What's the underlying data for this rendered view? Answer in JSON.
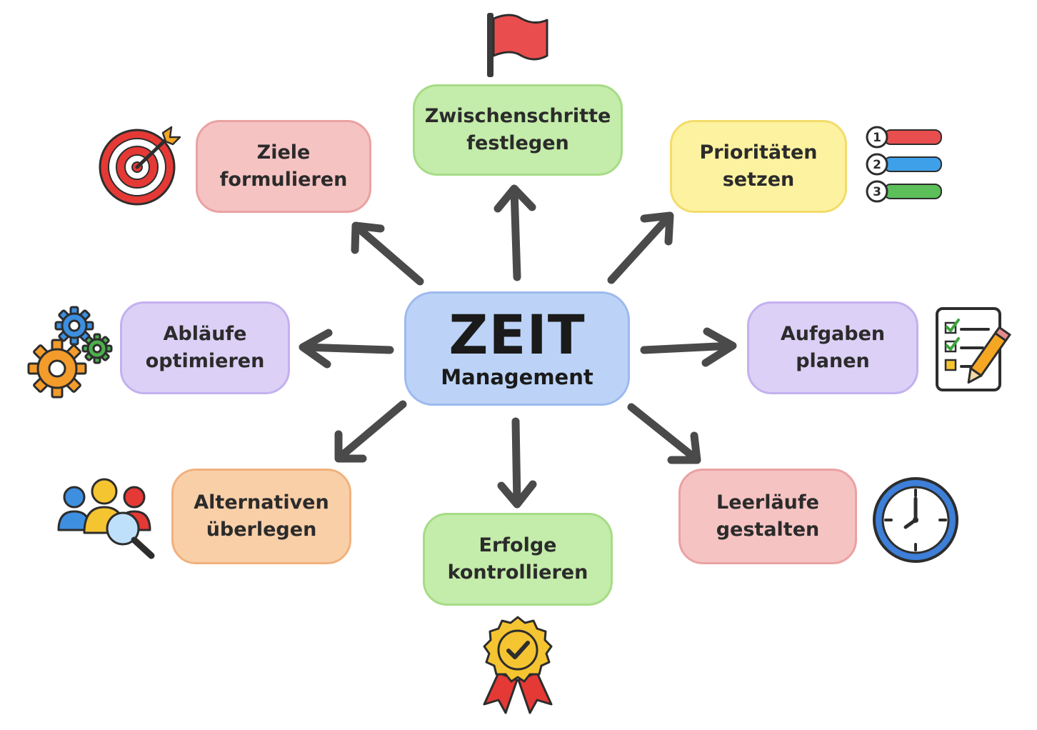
{
  "center": {
    "title": "ZEIT",
    "subtitle": "Management"
  },
  "nodes": {
    "zwischenschritte": {
      "line1": "Zwischenschritte",
      "line2": "festlegen",
      "icon": "flag-icon"
    },
    "ziele": {
      "line1": "Ziele",
      "line2": "formulieren",
      "icon": "target-icon"
    },
    "prioritaeten": {
      "line1": "Prioritäten",
      "line2": "setzen",
      "icon": "priority-list-icon",
      "badges": [
        "1",
        "2",
        "3"
      ]
    },
    "ablaeufe": {
      "line1": "Abläufe",
      "line2": "optimieren",
      "icon": "gears-icon"
    },
    "aufgaben": {
      "line1": "Aufgaben",
      "line2": "planen",
      "icon": "checklist-icon"
    },
    "alternativen": {
      "line1": "Alternativen",
      "line2": "überlegen",
      "icon": "people-search-icon"
    },
    "erfolge": {
      "line1": "Erfolge",
      "line2": "kontrollieren",
      "icon": "award-badge-icon"
    },
    "leerlaeufe": {
      "line1": "Leerläufe",
      "line2": "gestalten",
      "icon": "clock-icon"
    }
  },
  "colors": {
    "green": "#c4ecaa",
    "pink": "#f6c3c3",
    "yellow": "#fdf2a0",
    "purple": "#dcd0f6",
    "orange": "#f9cfa8",
    "blue": "#bcd3f7",
    "arrow": "#4a4a4a"
  }
}
